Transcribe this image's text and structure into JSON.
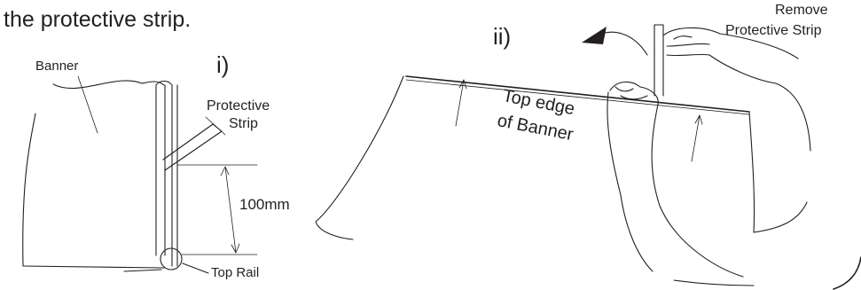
{
  "instruction_tail": "the protective strip.",
  "panel_i": {
    "label": "i)",
    "banner": "Banner",
    "protective_strip_line1": "Protective",
    "protective_strip_line2": "Strip",
    "dimension": "100mm",
    "top_rail": "Top Rail"
  },
  "panel_ii": {
    "label": "ii)",
    "remove_line1": "Remove",
    "remove_line2": "Protective Strip",
    "edge_line1": "Top edge",
    "edge_line2": "of Banner"
  }
}
